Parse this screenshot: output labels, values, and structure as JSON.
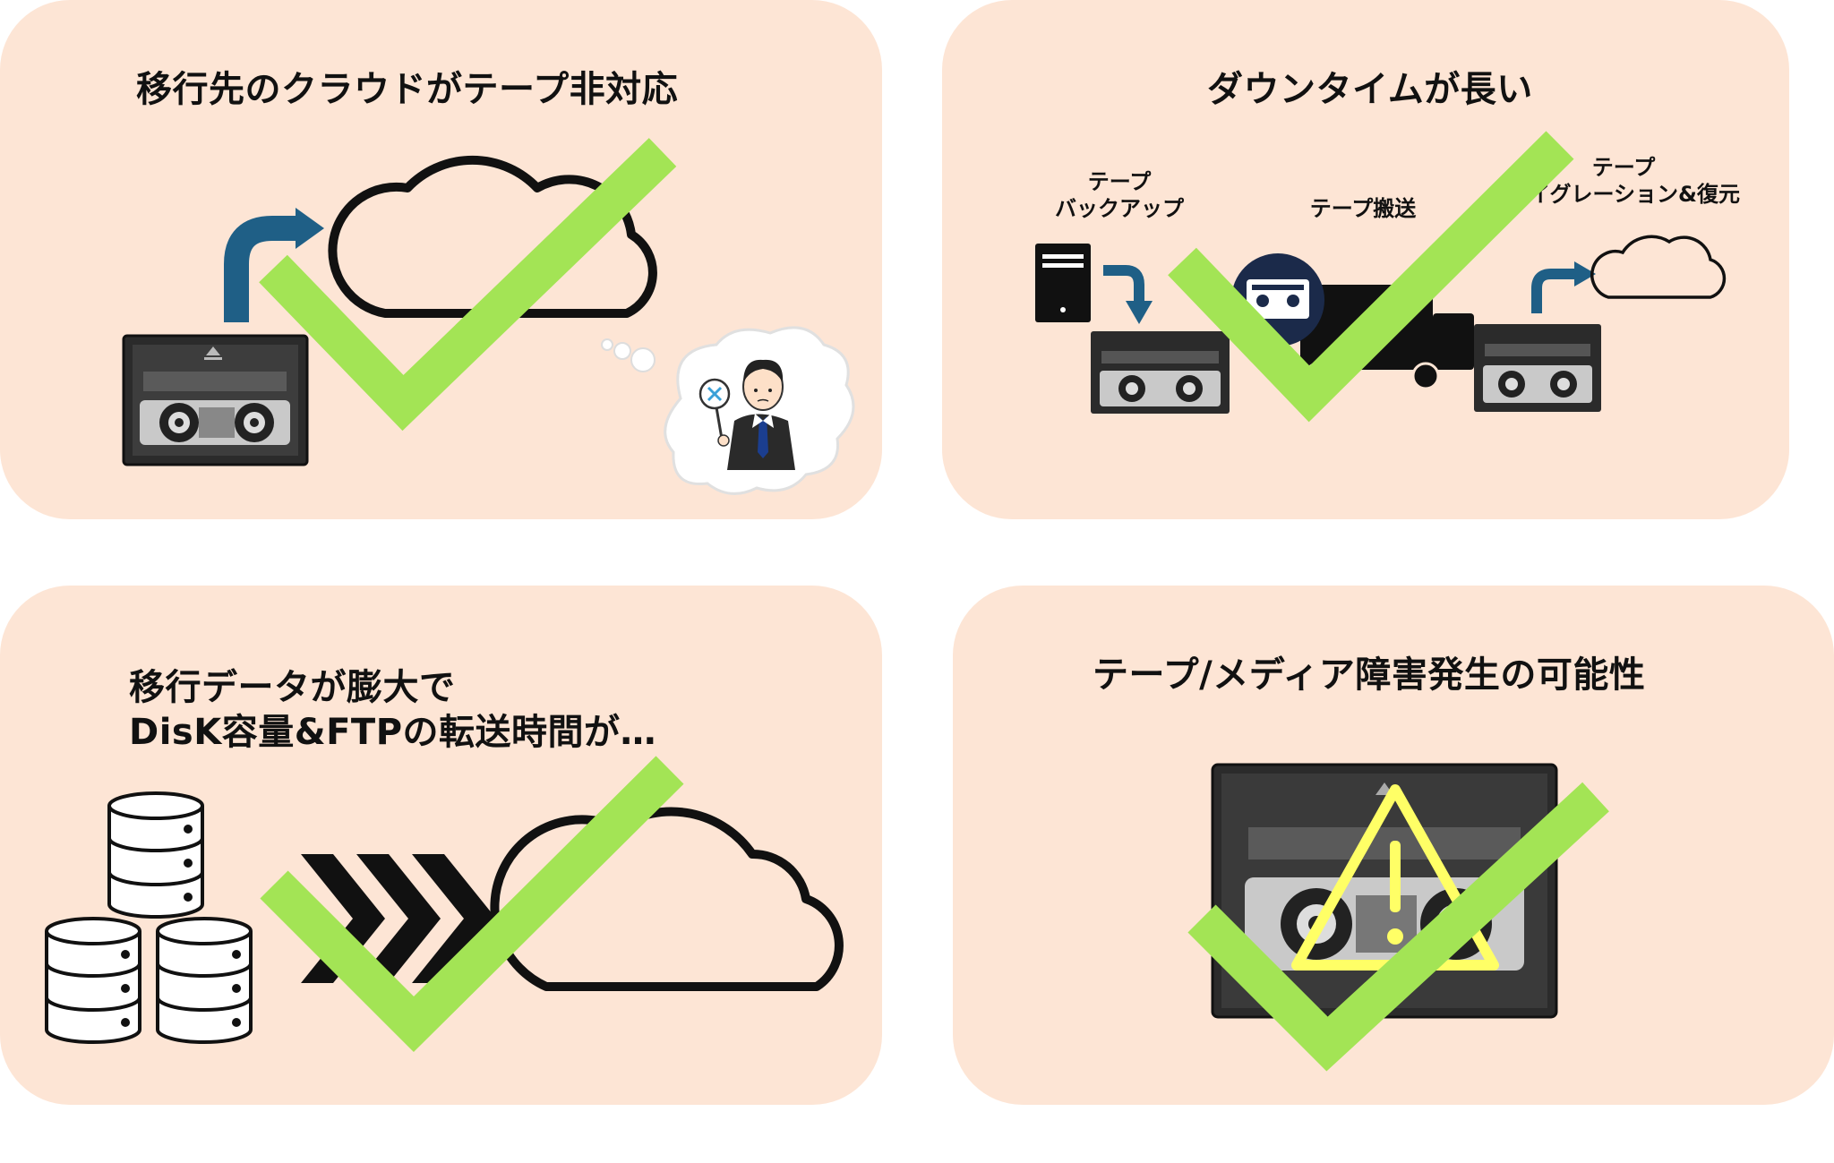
{
  "panels": [
    {
      "id": "cloud-no-tape",
      "title": "移行先のクラウドがテープ非対応",
      "icons": [
        "tape-cassette-icon",
        "upload-arrow-icon",
        "cloud-icon",
        "thought-bubble-icon",
        "businessman-icon",
        "check-mark-icon"
      ]
    },
    {
      "id": "long-downtime",
      "title": "ダウンタイムが長い",
      "steps": [
        {
          "label_line1": "テープ",
          "label_line2": "バックアップ"
        },
        {
          "label_line1": "テープ搬送",
          "label_line2": ""
        },
        {
          "label_line1": "テープ",
          "label_line2": "マイグレーション&復元"
        }
      ],
      "icons": [
        "server-icon",
        "tape-cassette-icon",
        "delivery-truck-icon",
        "cloud-icon",
        "check-mark-icon"
      ]
    },
    {
      "id": "huge-data",
      "title_line1": "移行データが膨大で",
      "title_line2": "DisK容量&FTPの転送時間が…",
      "icons": [
        "database-icon",
        "chevron-arrows-icon",
        "cloud-icon",
        "check-mark-icon"
      ]
    },
    {
      "id": "media-failure",
      "title": "テープ/メディア障害発生の可能性",
      "icons": [
        "tape-cassette-icon",
        "warning-icon",
        "check-mark-icon"
      ]
    }
  ],
  "colors": {
    "panel_bg": "#fde5d5",
    "check_green": "#a3e455",
    "arrow_blue": "#1f5f86",
    "warning_yellow": "#ffff66"
  }
}
